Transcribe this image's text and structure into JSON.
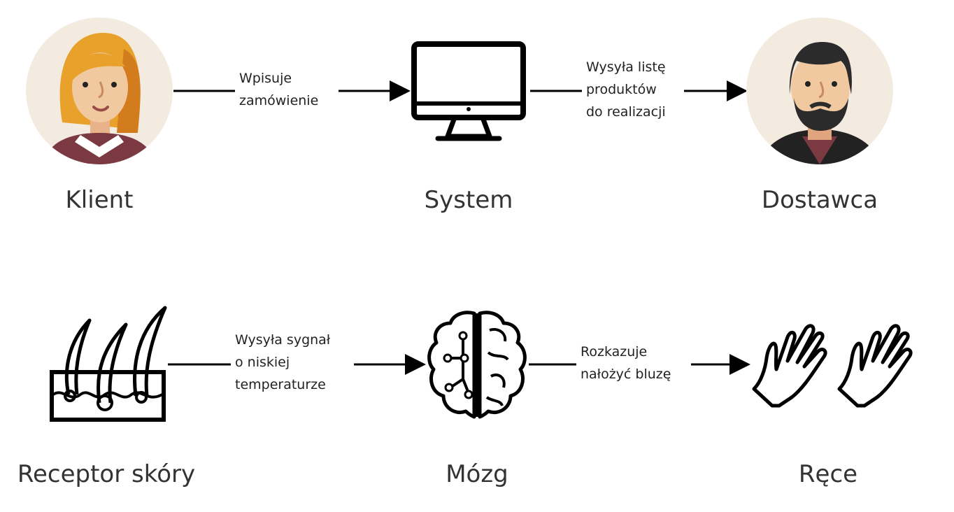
{
  "row1": {
    "nodes": {
      "client": {
        "label": "Klient",
        "icon": "woman-avatar-icon"
      },
      "system": {
        "label": "System",
        "icon": "computer-monitor-icon"
      },
      "supplier": {
        "label": "Dostawca",
        "icon": "man-avatar-icon"
      }
    },
    "edges": {
      "client_to_system": {
        "lines": [
          "Wpisuje",
          "zamówienie"
        ]
      },
      "system_to_supplier": {
        "lines": [
          "Wysyła listę",
          "produktów",
          "do realizacji"
        ]
      }
    }
  },
  "row2": {
    "nodes": {
      "receptor": {
        "label": "Receptor skóry",
        "icon": "skin-receptor-icon"
      },
      "brain": {
        "label": "Mózg",
        "icon": "brain-icon"
      },
      "hands": {
        "label": "Ręce",
        "icon": "hands-icon"
      }
    },
    "edges": {
      "receptor_to_brain": {
        "lines": [
          "Wysyła sygnał",
          "o niskiej",
          "temperaturze"
        ]
      },
      "brain_to_hands": {
        "lines": [
          "Rozkazuje",
          "nałożyć bluzę"
        ]
      }
    }
  },
  "colors": {
    "avatar_bg": "#f4ebe0",
    "woman_hair": "#e8a12a",
    "skin": "#f1c9a0",
    "shirt": "#7b3a42",
    "man_hair": "#2b2b2b",
    "stroke": "#000000"
  }
}
